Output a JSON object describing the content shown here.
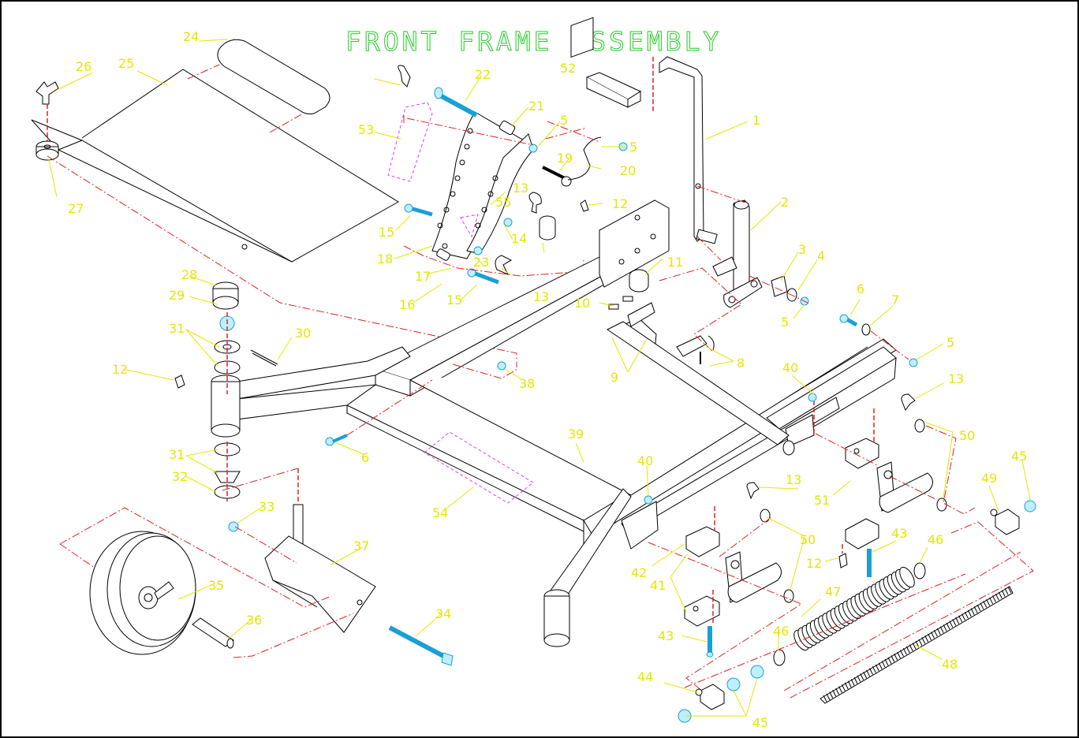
{
  "title": "FRONT FRAME ASSEMBLY",
  "colors": {
    "title": "#22cc22",
    "callout": "#e6e600",
    "centerline": "#dd2222",
    "hardware": "#1a9fd6",
    "optional": "#e040e0",
    "outline": "#000000"
  },
  "callouts": [
    {
      "id": "c1",
      "label": "1"
    },
    {
      "id": "c2",
      "label": "2"
    },
    {
      "id": "c3",
      "label": "3"
    },
    {
      "id": "c4",
      "label": "4"
    },
    {
      "id": "c5a",
      "label": "5"
    },
    {
      "id": "c5b",
      "label": "5"
    },
    {
      "id": "c5c",
      "label": "5"
    },
    {
      "id": "c5d",
      "label": "5"
    },
    {
      "id": "c6a",
      "label": "6"
    },
    {
      "id": "c6b",
      "label": "6"
    },
    {
      "id": "c7",
      "label": "7"
    },
    {
      "id": "c8",
      "label": "8"
    },
    {
      "id": "c9",
      "label": "9"
    },
    {
      "id": "c10",
      "label": "10"
    },
    {
      "id": "c11",
      "label": "11"
    },
    {
      "id": "c12a",
      "label": "12"
    },
    {
      "id": "c12b",
      "label": "12"
    },
    {
      "id": "c12c",
      "label": "12"
    },
    {
      "id": "c13a",
      "label": "13"
    },
    {
      "id": "c13b",
      "label": "13"
    },
    {
      "id": "c13c",
      "label": "13"
    },
    {
      "id": "c13d",
      "label": "13"
    },
    {
      "id": "c14",
      "label": "14"
    },
    {
      "id": "c15a",
      "label": "15"
    },
    {
      "id": "c15b",
      "label": "15"
    },
    {
      "id": "c16",
      "label": "16"
    },
    {
      "id": "c17",
      "label": "17"
    },
    {
      "id": "c18",
      "label": "18"
    },
    {
      "id": "c19",
      "label": "19"
    },
    {
      "id": "c20",
      "label": "20"
    },
    {
      "id": "c21",
      "label": "21"
    },
    {
      "id": "c22",
      "label": "22"
    },
    {
      "id": "c23",
      "label": "23"
    },
    {
      "id": "c24",
      "label": "24"
    },
    {
      "id": "c25",
      "label": "25"
    },
    {
      "id": "c26",
      "label": "26"
    },
    {
      "id": "c27",
      "label": "27"
    },
    {
      "id": "c28",
      "label": "28"
    },
    {
      "id": "c29",
      "label": "29"
    },
    {
      "id": "c30",
      "label": "30"
    },
    {
      "id": "c31a",
      "label": "31"
    },
    {
      "id": "c31b",
      "label": "31"
    },
    {
      "id": "c32",
      "label": "32"
    },
    {
      "id": "c33",
      "label": "33"
    },
    {
      "id": "c34",
      "label": "34"
    },
    {
      "id": "c35",
      "label": "35"
    },
    {
      "id": "c36",
      "label": "36"
    },
    {
      "id": "c37",
      "label": "37"
    },
    {
      "id": "c38",
      "label": "38"
    },
    {
      "id": "c39",
      "label": "39"
    },
    {
      "id": "c40a",
      "label": "40"
    },
    {
      "id": "c40b",
      "label": "40"
    },
    {
      "id": "c41",
      "label": "41"
    },
    {
      "id": "c42",
      "label": "42"
    },
    {
      "id": "c43a",
      "label": "43"
    },
    {
      "id": "c43b",
      "label": "43"
    },
    {
      "id": "c44",
      "label": "44"
    },
    {
      "id": "c45a",
      "label": "45"
    },
    {
      "id": "c45b",
      "label": "45"
    },
    {
      "id": "c46a",
      "label": "46"
    },
    {
      "id": "c46b",
      "label": "46"
    },
    {
      "id": "c47",
      "label": "47"
    },
    {
      "id": "c48",
      "label": "48"
    },
    {
      "id": "c49",
      "label": "49"
    },
    {
      "id": "c50a",
      "label": "50"
    },
    {
      "id": "c50b",
      "label": "50"
    },
    {
      "id": "c51",
      "label": "51"
    },
    {
      "id": "c52",
      "label": "52"
    },
    {
      "id": "c53",
      "label": "53"
    },
    {
      "id": "c54",
      "label": "54"
    },
    {
      "id": "c55",
      "label": "55"
    }
  ]
}
